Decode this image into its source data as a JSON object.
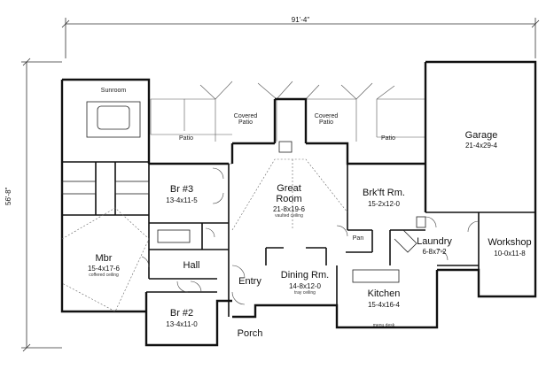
{
  "overall": {
    "width_label": "91'-4\"",
    "depth_label": "56'-8\""
  },
  "rooms": {
    "sunroom": {
      "name": "Sunroom"
    },
    "patio_left": {
      "name": "Patio"
    },
    "covered_patio_left": {
      "name": "Covered Patio"
    },
    "covered_patio_right": {
      "name": "Covered Patio"
    },
    "patio_right": {
      "name": "Patio"
    },
    "garage": {
      "name": "Garage",
      "dims": "21-4x29-4"
    },
    "br3": {
      "name": "Br #3",
      "dims": "13-4x11-5"
    },
    "great_room": {
      "name": "Great Room",
      "dims": "21-8x19-6",
      "note": "vaulted ceiling"
    },
    "brkft": {
      "name": "Brk'ft Rm.",
      "dims": "15-2x12-0"
    },
    "pan": {
      "name": "Pan"
    },
    "laundry": {
      "name": "Laundry",
      "dims": "6-8x7-2"
    },
    "workshop": {
      "name": "Workshop",
      "dims": "10-0x11-8"
    },
    "mbr": {
      "name": "Mbr",
      "dims": "15-4x17-6",
      "note": "coffered ceiling"
    },
    "hall": {
      "name": "Hall"
    },
    "entry": {
      "name": "Entry"
    },
    "dining": {
      "name": "Dining Rm.",
      "dims": "14-8x12-0",
      "note": "tray ceiling"
    },
    "kitchen": {
      "name": "Kitchen",
      "dims": "15-4x16-4",
      "note": "menu desk"
    },
    "br2": {
      "name": "Br #2",
      "dims": "13-4x11-0"
    },
    "porch": {
      "name": "Porch"
    }
  }
}
